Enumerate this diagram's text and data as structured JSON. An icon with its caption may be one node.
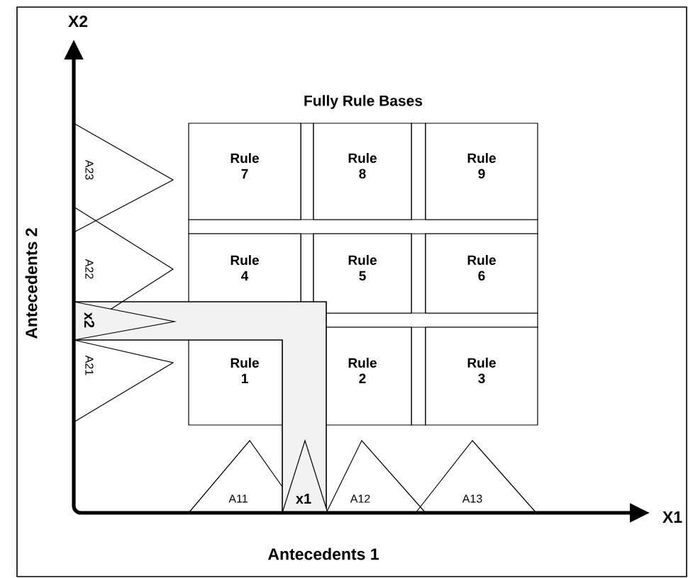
{
  "diagram": {
    "title": "Fully Rule Bases",
    "nodes": [
      {
        "text": [
          "Rule 7"
        ]
      },
      {
        "text": [
          "Rule 8"
        ]
      },
      {
        "text": [
          "Rule 9"
        ]
      },
      {
        "text": [
          "Rule 4"
        ]
      },
      {
        "text": [
          "Rule 5"
        ]
      },
      {
        "text": [
          "Rule 6"
        ]
      },
      {
        "text": [
          "Rule 1"
        ]
      },
      {
        "text": [
          "Rule 2"
        ]
      },
      {
        "text": [
          "Rule 3"
        ]
      },
      {
        "text": [
          "A23"
        ]
      },
      {
        "text": [
          "A22"
        ]
      },
      {
        "text": [
          "x2"
        ]
      },
      {
        "text": [
          "A21"
        ]
      },
      {
        "text": [
          "A11"
        ]
      },
      {
        "text": [
          "x1"
        ]
      },
      {
        "text": [
          "A12"
        ]
      },
      {
        "text": [
          "A13"
        ]
      }
    ],
    "labels": [
      "X2",
      "Antecedents 2",
      "X1",
      "Antecedents 1"
    ]
  }
}
